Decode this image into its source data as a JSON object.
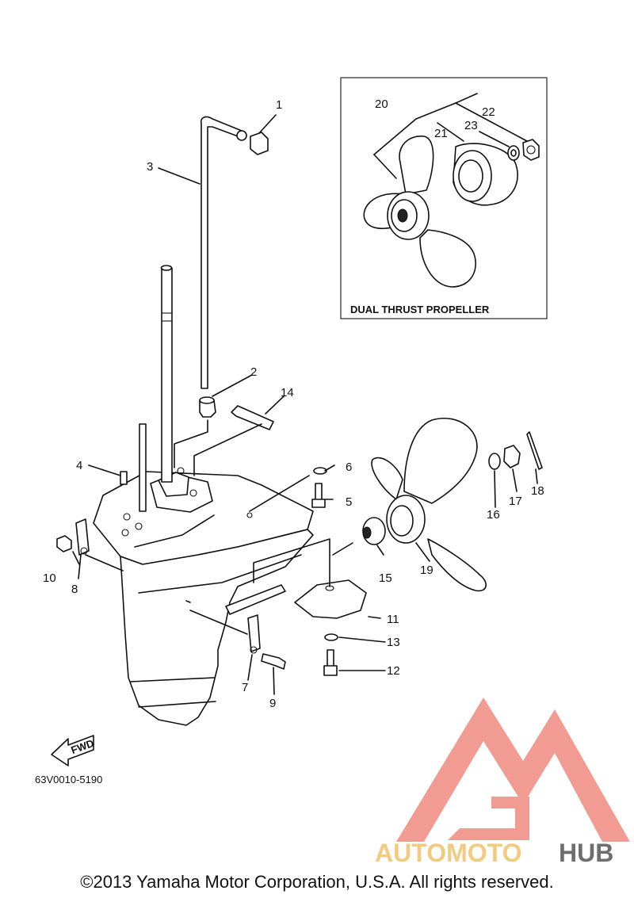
{
  "callouts": [
    {
      "id": "c1",
      "text": "1"
    },
    {
      "id": "c2",
      "text": "2"
    },
    {
      "id": "c3",
      "text": "3"
    },
    {
      "id": "c4",
      "text": "4"
    },
    {
      "id": "c5",
      "text": "5"
    },
    {
      "id": "c6",
      "text": "6"
    },
    {
      "id": "c7",
      "text": "7"
    },
    {
      "id": "c8",
      "text": "8"
    },
    {
      "id": "c9",
      "text": "9"
    },
    {
      "id": "c10",
      "text": "10"
    },
    {
      "id": "c11",
      "text": "11"
    },
    {
      "id": "c12",
      "text": "12"
    },
    {
      "id": "c13",
      "text": "13"
    },
    {
      "id": "c14",
      "text": "14"
    },
    {
      "id": "c15",
      "text": "15"
    },
    {
      "id": "c16",
      "text": "16"
    },
    {
      "id": "c17",
      "text": "17"
    },
    {
      "id": "c18",
      "text": "18"
    },
    {
      "id": "c19",
      "text": "19"
    },
    {
      "id": "c20",
      "text": "20"
    },
    {
      "id": "c21",
      "text": "21"
    },
    {
      "id": "c22",
      "text": "22"
    },
    {
      "id": "c23",
      "text": "23"
    }
  ],
  "inset": {
    "title": "DUAL THRUST PROPELLER"
  },
  "fwd_arrow": {
    "text": "FWD"
  },
  "diagram_code": "63V0010-5190",
  "watermark": {
    "part1": "AUTOMOTO",
    "part2": "HUB",
    "color_primary": "#f08a80",
    "color_secondary": "#f2c36b",
    "color_text": "#555555"
  },
  "copyright": "©2013 Yamaha Motor Corporation, U.S.A. All rights reserved."
}
